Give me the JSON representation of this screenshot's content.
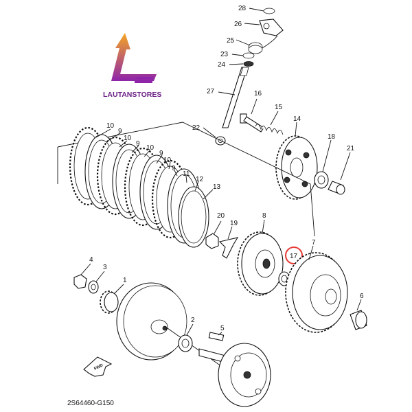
{
  "brand": {
    "name": "LAUTANSTORES",
    "colors": {
      "arrow_top": "#f5a623",
      "arrow_bottom": "#8e24aa",
      "text": "#6b1f86"
    }
  },
  "diagram": {
    "drawing_code": "2S64460-G150",
    "forward_marker": "FWD",
    "highlight_color": "#e53935",
    "highlighted_callout": "17",
    "callouts": {
      "c1": "1",
      "c2": "2",
      "c3": "3",
      "c4": "4",
      "c5": "5",
      "c6": "6",
      "c7": "7",
      "c8": "8",
      "c9a": "9",
      "c9b": "9",
      "c9c": "9",
      "c9d": "9",
      "c10a": "10",
      "c10b": "10",
      "c10c": "10",
      "c10d": "10",
      "c11": "11",
      "c12": "12",
      "c13": "13",
      "c14": "14",
      "c15": "15",
      "c16": "16",
      "c17": "17",
      "c18": "18",
      "c19": "19",
      "c20": "20",
      "c21": "21",
      "c22": "22",
      "c23": "23",
      "c24": "24",
      "c25": "25",
      "c26": "26",
      "c27": "27",
      "c28": "28"
    }
  }
}
